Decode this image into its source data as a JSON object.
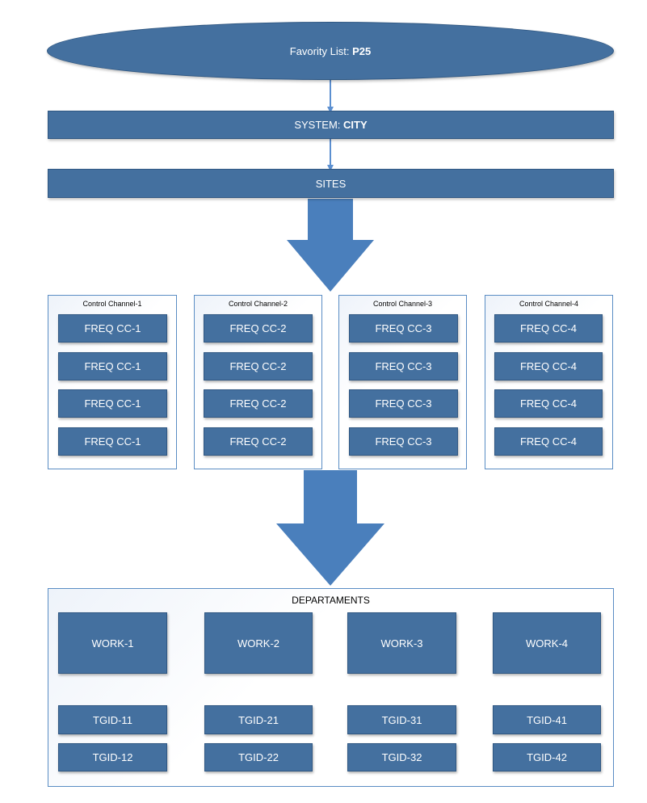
{
  "favorite": {
    "label": "Favority List:",
    "value": "P25"
  },
  "system": {
    "label": "SYSTEM:",
    "value": "CITY"
  },
  "sites": {
    "label": "SITES"
  },
  "control_channels": [
    {
      "title": "Control Channel-1",
      "freqs": [
        "FREQ CC-1",
        "FREQ CC-1",
        "FREQ CC-1",
        "FREQ CC-1"
      ]
    },
    {
      "title": "Control Channel-2",
      "freqs": [
        "FREQ CC-2",
        "FREQ CC-2",
        "FREQ CC-2",
        "FREQ CC-2"
      ]
    },
    {
      "title": "Control Channel-3",
      "freqs": [
        "FREQ CC-3",
        "FREQ CC-3",
        "FREQ CC-3",
        "FREQ CC-3"
      ]
    },
    {
      "title": "Control Channel-4",
      "freqs": [
        "FREQ CC-4",
        "FREQ CC-4",
        "FREQ CC-4",
        "FREQ CC-4"
      ]
    }
  ],
  "departments": {
    "title": "DEPARTAMENTS",
    "groups": [
      {
        "work": "WORK-1",
        "tgids": [
          "TGID-11",
          "TGID-12"
        ]
      },
      {
        "work": "WORK-2",
        "tgids": [
          "TGID-21",
          "TGID-22"
        ]
      },
      {
        "work": "WORK-3",
        "tgids": [
          "TGID-31",
          "TGID-32"
        ]
      },
      {
        "work": "WORK-4",
        "tgids": [
          "TGID-41",
          "TGID-42"
        ]
      }
    ]
  },
  "colors": {
    "box_fill": "#44709f",
    "arrow": "#4a7fbc",
    "panel_border": "#5a8dc4"
  }
}
